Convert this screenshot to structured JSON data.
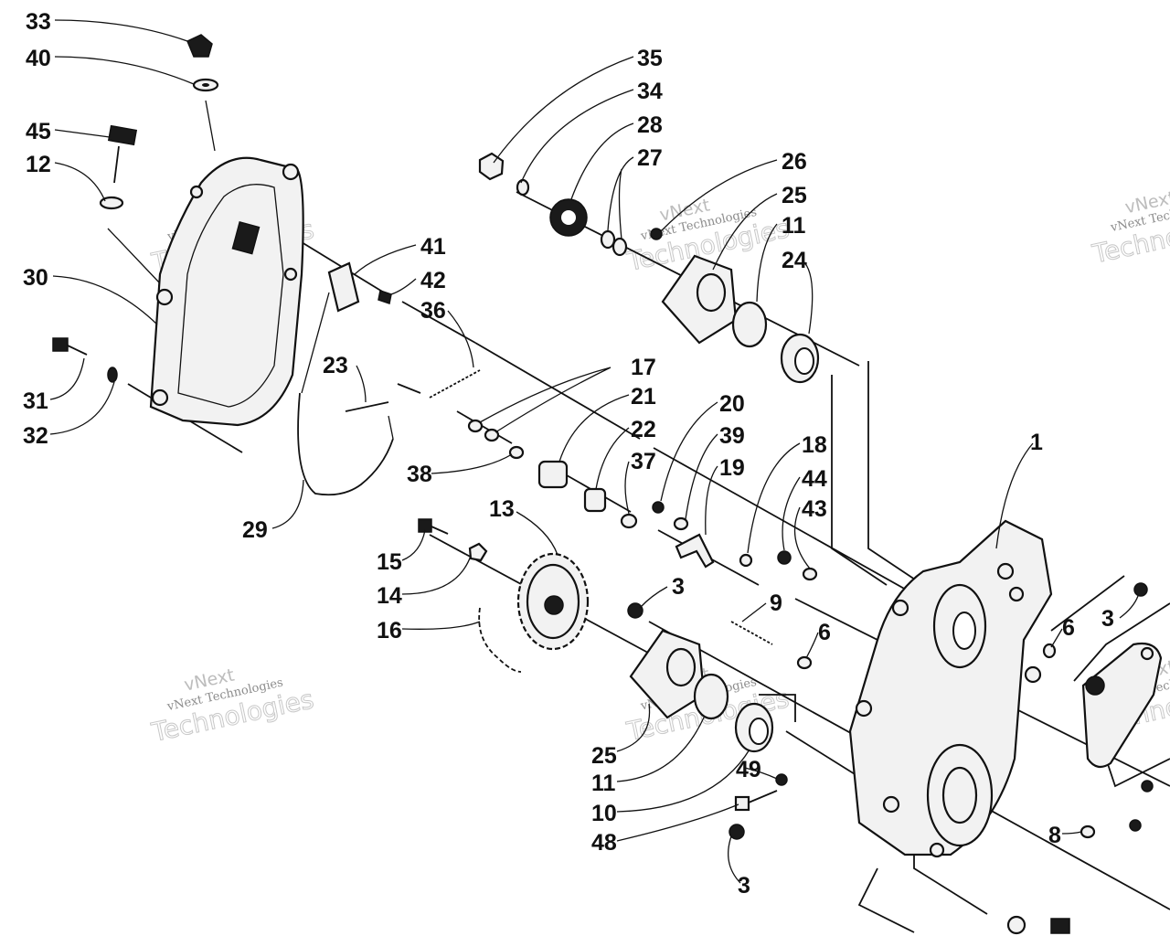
{
  "diagram": {
    "callouts": [
      {
        "id": "c33",
        "text": "33"
      },
      {
        "id": "c40",
        "text": "40"
      },
      {
        "id": "c45",
        "text": "45"
      },
      {
        "id": "c12",
        "text": "12"
      },
      {
        "id": "c30",
        "text": "30"
      },
      {
        "id": "c31",
        "text": "31"
      },
      {
        "id": "c32",
        "text": "32"
      },
      {
        "id": "c35",
        "text": "35"
      },
      {
        "id": "c34",
        "text": "34"
      },
      {
        "id": "c28",
        "text": "28"
      },
      {
        "id": "c27",
        "text": "27"
      },
      {
        "id": "c26",
        "text": "26"
      },
      {
        "id": "c25a",
        "text": "25"
      },
      {
        "id": "c11a",
        "text": "11"
      },
      {
        "id": "c24",
        "text": "24"
      },
      {
        "id": "c41",
        "text": "41"
      },
      {
        "id": "c42",
        "text": "42"
      },
      {
        "id": "c36",
        "text": "36"
      },
      {
        "id": "c23",
        "text": "23"
      },
      {
        "id": "c17",
        "text": "17"
      },
      {
        "id": "c21",
        "text": "21"
      },
      {
        "id": "c20",
        "text": "20"
      },
      {
        "id": "c22",
        "text": "22"
      },
      {
        "id": "c39",
        "text": "39"
      },
      {
        "id": "c38",
        "text": "38"
      },
      {
        "id": "c37",
        "text": "37"
      },
      {
        "id": "c19",
        "text": "19"
      },
      {
        "id": "c18",
        "text": "18"
      },
      {
        "id": "c1",
        "text": "1"
      },
      {
        "id": "c44",
        "text": "44"
      },
      {
        "id": "c43",
        "text": "43"
      },
      {
        "id": "c29",
        "text": "29"
      },
      {
        "id": "c13",
        "text": "13"
      },
      {
        "id": "c15",
        "text": "15"
      },
      {
        "id": "c14",
        "text": "14"
      },
      {
        "id": "c16",
        "text": "16"
      },
      {
        "id": "c3a",
        "text": "3"
      },
      {
        "id": "c9",
        "text": "9"
      },
      {
        "id": "c6a",
        "text": "6"
      },
      {
        "id": "c6b",
        "text": "6"
      },
      {
        "id": "c3b",
        "text": "3"
      },
      {
        "id": "c25b",
        "text": "25"
      },
      {
        "id": "c11b",
        "text": "11"
      },
      {
        "id": "c49",
        "text": "49"
      },
      {
        "id": "c10",
        "text": "10"
      },
      {
        "id": "c48",
        "text": "48"
      },
      {
        "id": "c3c",
        "text": "3"
      },
      {
        "id": "c8",
        "text": "8"
      }
    ],
    "watermark": {
      "line1": "vNext",
      "line2": "vNext Technologies",
      "line3": "Technologies"
    }
  }
}
